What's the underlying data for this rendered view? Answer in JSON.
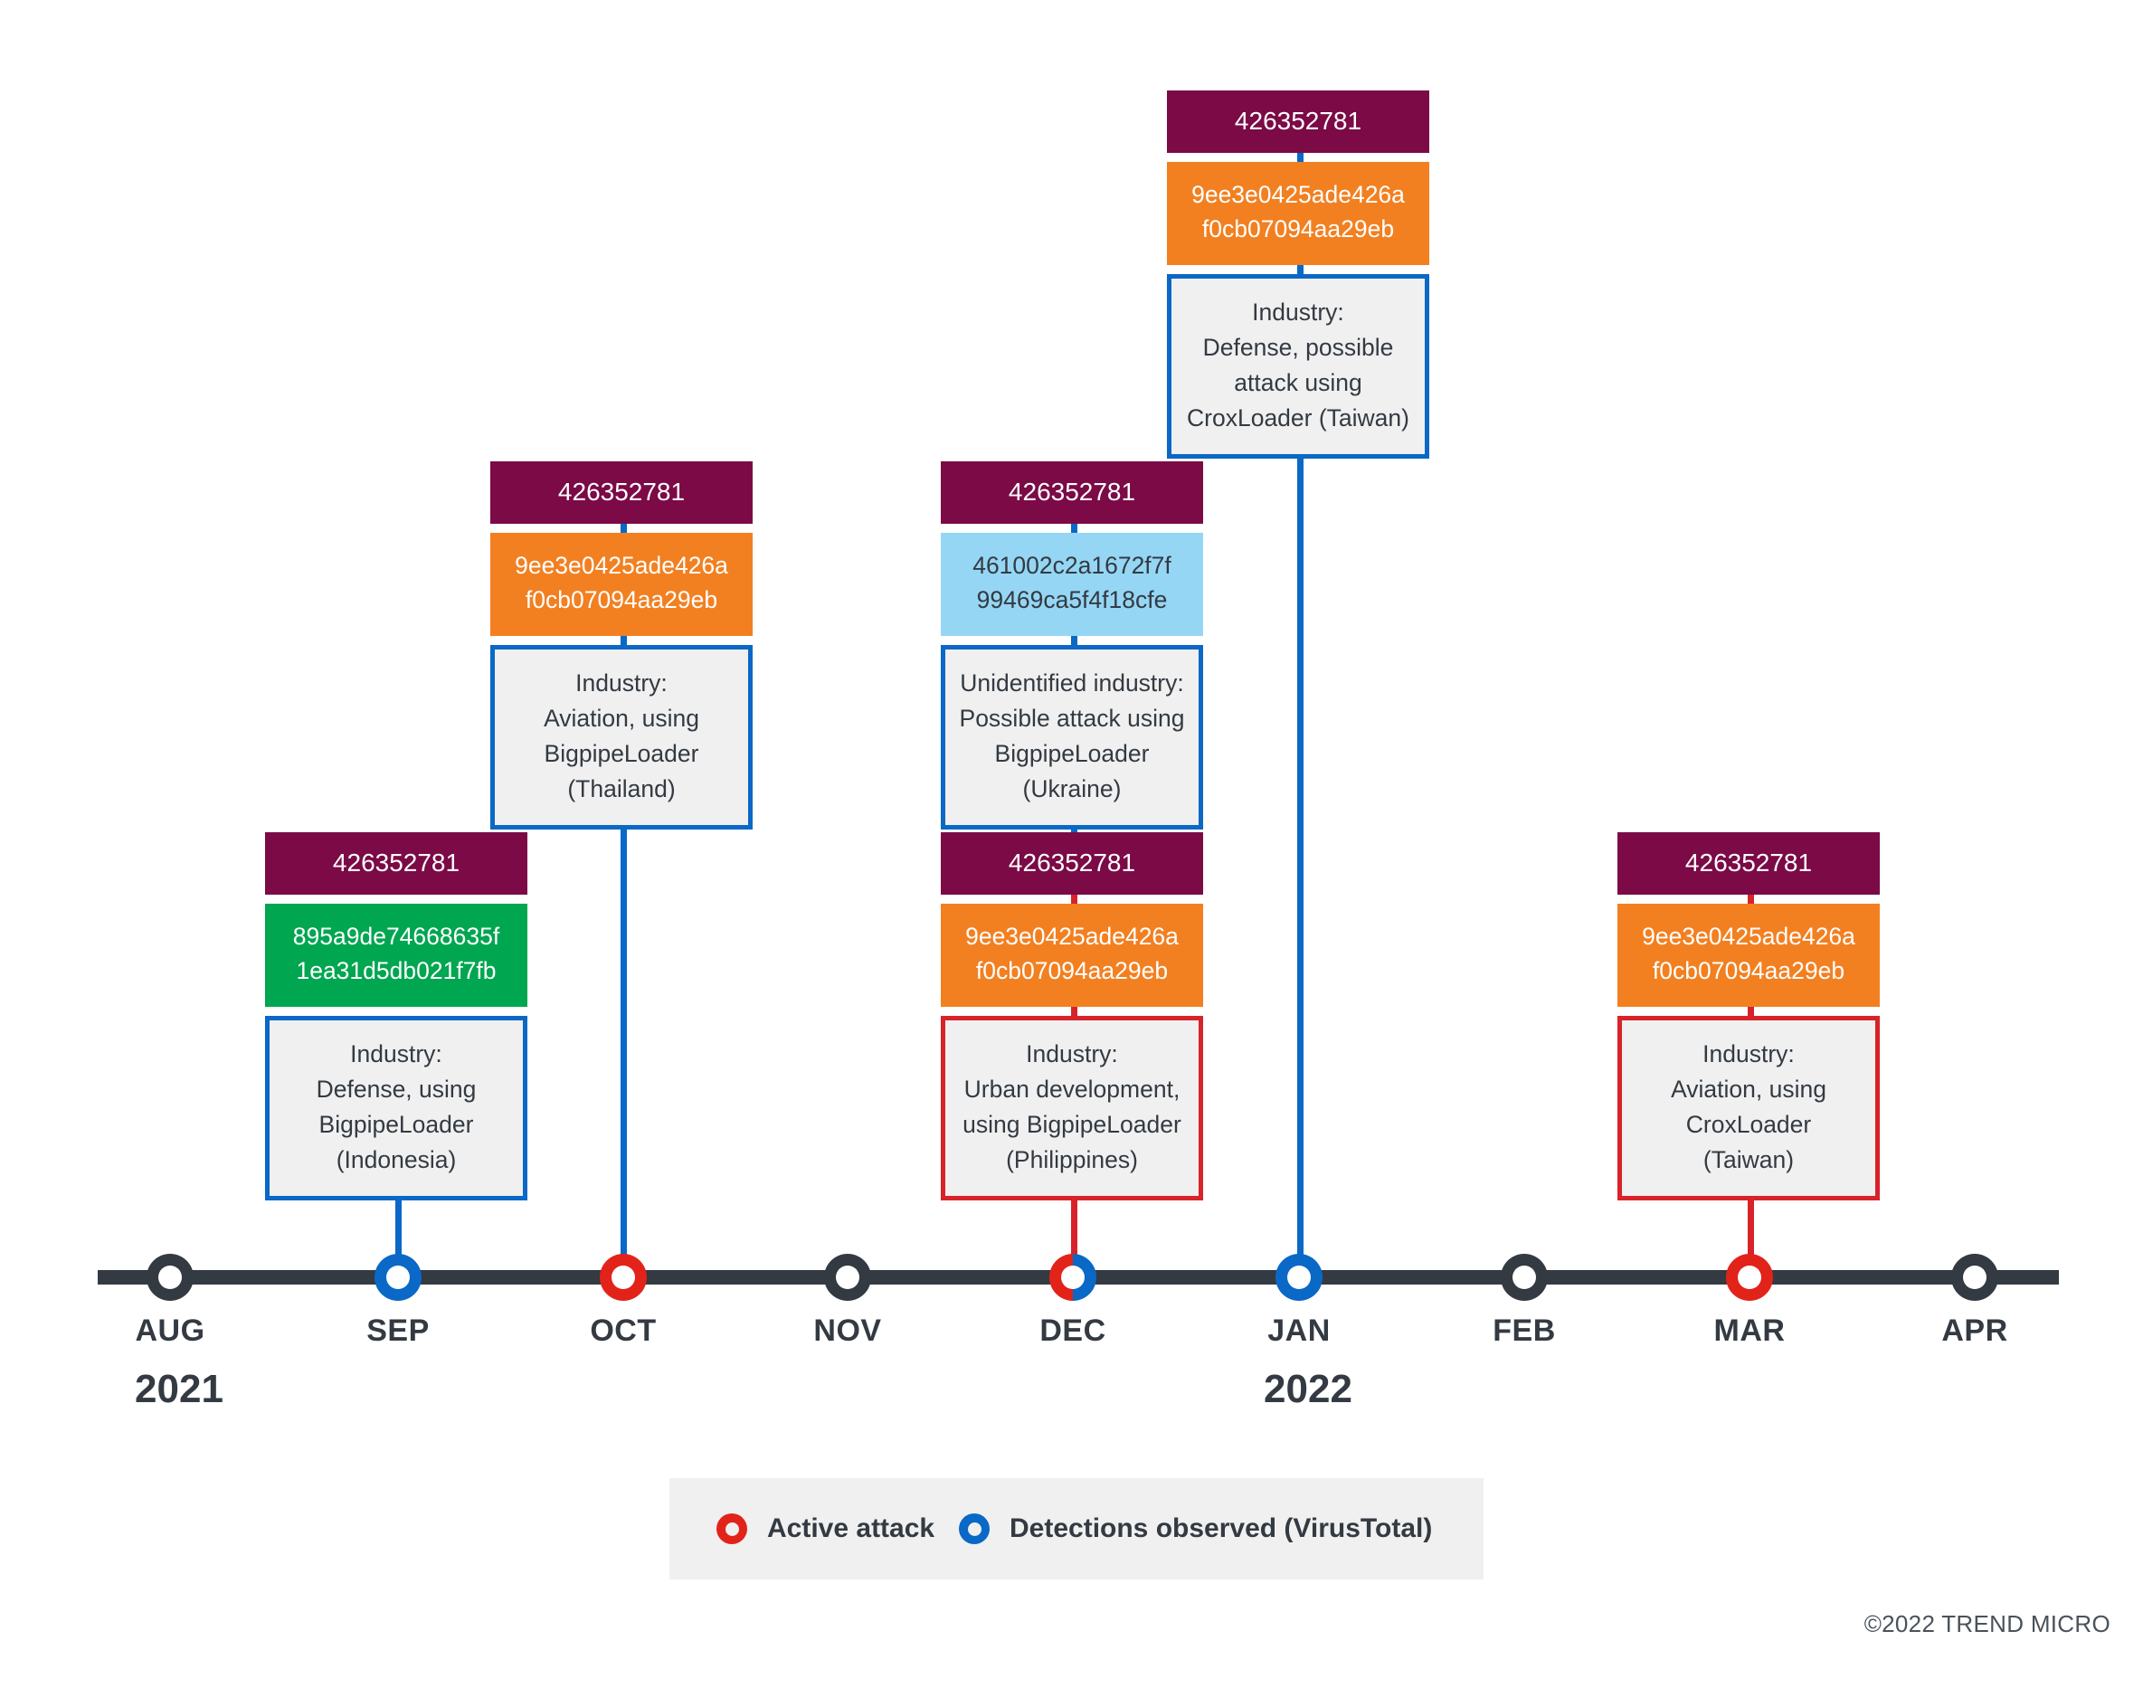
{
  "chart_data": {
    "type": "timeline",
    "title": "",
    "axis": {
      "months": [
        "AUG",
        "SEP",
        "OCT",
        "NOV",
        "DEC",
        "JAN",
        "FEB",
        "MAR",
        "APR"
      ],
      "years": [
        {
          "label": "2021",
          "under_month": "AUG"
        },
        {
          "label": "2022",
          "under_month": "JAN"
        }
      ],
      "marker_types": [
        "none",
        "detection",
        "active",
        "none",
        "both",
        "detection",
        "none",
        "active",
        "none"
      ]
    },
    "events": [
      {
        "month": "SEP",
        "id": "426352781",
        "hash": "895a9de74668635f1ea31d5db021f7fb",
        "hash_line1": "895a9de74668635f",
        "hash_line2": "1ea31d5db021f7fb",
        "hash_color": "green",
        "description": "Industry:\nDefense, using\nBigpipeLoader\n(Indonesia)",
        "border": "blue",
        "connector": "blue",
        "row": "lower"
      },
      {
        "month": "OCT",
        "id": "426352781",
        "hash": "9ee3e0425ade426af0cb07094aa29eb",
        "hash_line1": "9ee3e0425ade426a",
        "hash_line2": "f0cb07094aa29eb",
        "hash_color": "orange",
        "description": "Industry:\nAviation, using\nBigpipeLoader\n(Thailand)",
        "border": "blue",
        "connector": "blue",
        "row": "upper"
      },
      {
        "month": "DEC",
        "id": "426352781",
        "hash": "461002c2a1672f7f99469ca5f4f18cfe",
        "hash_line1": "461002c2a1672f7f",
        "hash_line2": "99469ca5f4f18cfe",
        "hash_color": "lightblue",
        "description": "Unidentified industry:\nPossible attack using\nBigpipeLoader\n(Ukraine)",
        "border": "blue",
        "connector": "blue",
        "row": "upper"
      },
      {
        "month": "DEC",
        "id": "426352781",
        "hash": "9ee3e0425ade426af0cb07094aa29eb",
        "hash_line1": "9ee3e0425ade426a",
        "hash_line2": "f0cb07094aa29eb",
        "hash_color": "orange",
        "description": "Industry:\nUrban development,\nusing BigpipeLoader\n(Philippines)",
        "border": "red",
        "connector": "red",
        "row": "lower"
      },
      {
        "month": "JAN",
        "id": "426352781",
        "hash": "9ee3e0425ade426af0cb07094aa29eb",
        "hash_line1": "9ee3e0425ade426a",
        "hash_line2": "f0cb07094aa29eb",
        "hash_color": "orange",
        "description": "Industry:\nDefense, possible\nattack using\nCroxLoader (Taiwan)",
        "border": "blue",
        "connector": "blue",
        "row": "top"
      },
      {
        "month": "MAR",
        "id": "426352781",
        "hash": "9ee3e0425ade426af0cb07094aa29eb",
        "hash_line1": "9ee3e0425ade426a",
        "hash_line2": "f0cb07094aa29eb",
        "hash_color": "orange",
        "description": "Industry:\nAviation, using\nCroxLoader\n(Taiwan)",
        "border": "red",
        "connector": "red",
        "row": "lower"
      }
    ],
    "legend": [
      {
        "label": "Active attack",
        "color": "#e2231a"
      },
      {
        "label": "Detections observed (VirusTotal)",
        "color": "#0a68c6"
      }
    ],
    "colors": {
      "id_box": "#7b0a46",
      "hash_orange": "#f28021",
      "hash_green": "#00a650",
      "hash_lightblue": "#95d6f4",
      "border_blue": "#0a68c6",
      "border_red": "#d8232a",
      "axis": "#333a42",
      "desc_bg": "#f0f0f0"
    }
  },
  "axis": {
    "months": {
      "aug": "AUG",
      "sep": "SEP",
      "oct": "OCT",
      "nov": "NOV",
      "dec": "DEC",
      "jan": "JAN",
      "feb": "FEB",
      "mar": "MAR",
      "apr": "APR"
    },
    "year_2021": "2021",
    "year_2022": "2022"
  },
  "cards": {
    "jan": {
      "id": "426352781",
      "hash_l1": "9ee3e0425ade426a",
      "hash_l2": "f0cb07094aa29eb",
      "desc_l1": "Industry:",
      "desc_l2": "Defense, possible",
      "desc_l3": "attack using",
      "desc_l4": "CroxLoader (Taiwan)"
    },
    "oct": {
      "id": "426352781",
      "hash_l1": "9ee3e0425ade426a",
      "hash_l2": "f0cb07094aa29eb",
      "desc_l1": "Industry:",
      "desc_l2": "Aviation, using",
      "desc_l3": "BigpipeLoader",
      "desc_l4": "(Thailand)"
    },
    "dec_upper": {
      "id": "426352781",
      "hash_l1": "461002c2a1672f7f",
      "hash_l2": "99469ca5f4f18cfe",
      "desc_l1": "Unidentified industry:",
      "desc_l2": "Possible attack using",
      "desc_l3": "BigpipeLoader",
      "desc_l4": "(Ukraine)"
    },
    "sep": {
      "id": "426352781",
      "hash_l1": "895a9de74668635f",
      "hash_l2": "1ea31d5db021f7fb",
      "desc_l1": "Industry:",
      "desc_l2": "Defense, using",
      "desc_l3": "BigpipeLoader",
      "desc_l4": "(Indonesia)"
    },
    "dec_lower": {
      "id": "426352781",
      "hash_l1": "9ee3e0425ade426a",
      "hash_l2": "f0cb07094aa29eb",
      "desc_l1": "Industry:",
      "desc_l2": "Urban development,",
      "desc_l3": "using BigpipeLoader",
      "desc_l4": "(Philippines)"
    },
    "mar": {
      "id": "426352781",
      "hash_l1": "9ee3e0425ade426a",
      "hash_l2": "f0cb07094aa29eb",
      "desc_l1": "Industry:",
      "desc_l2": "Aviation, using",
      "desc_l3": "CroxLoader",
      "desc_l4": "(Taiwan)"
    }
  },
  "legend": {
    "active_label": "Active attack",
    "detection_label": "Detections observed (VirusTotal)"
  },
  "footer": {
    "copyright": "©2022 TREND MICRO"
  }
}
